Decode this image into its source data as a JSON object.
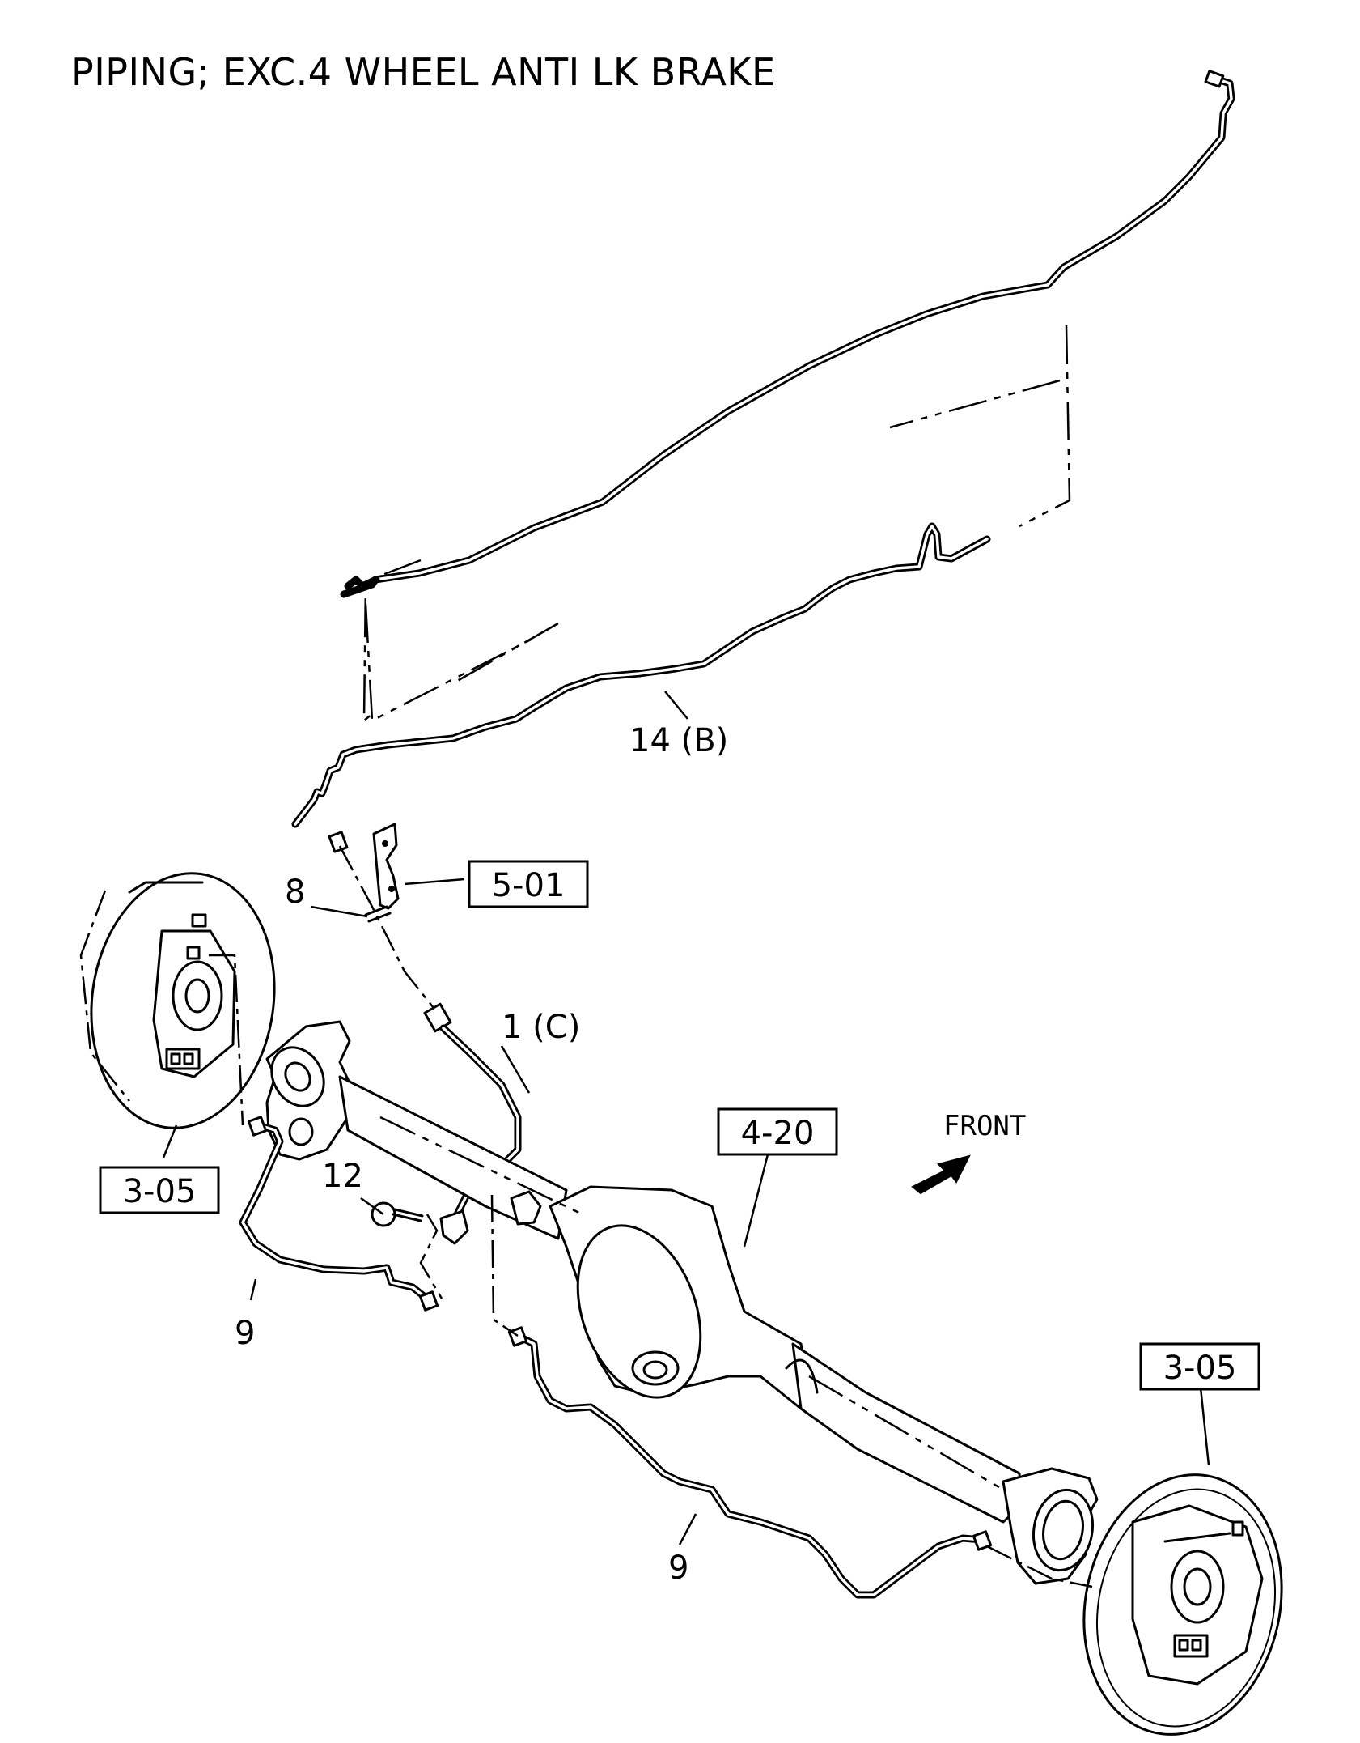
{
  "title": "PIPING; EXC.4 WHEEL ANTI LK BRAKE",
  "labels": {
    "pipe_b": "14 (B)",
    "pipe_c": "1 (C)",
    "clip": "8",
    "bolt": "12",
    "pipe_left": "9",
    "pipe_right": "9",
    "front": "FRONT"
  },
  "refs": {
    "bracket": "5-01",
    "axle": "4-20",
    "brake_left": "3-05",
    "brake_right": "3-05"
  }
}
